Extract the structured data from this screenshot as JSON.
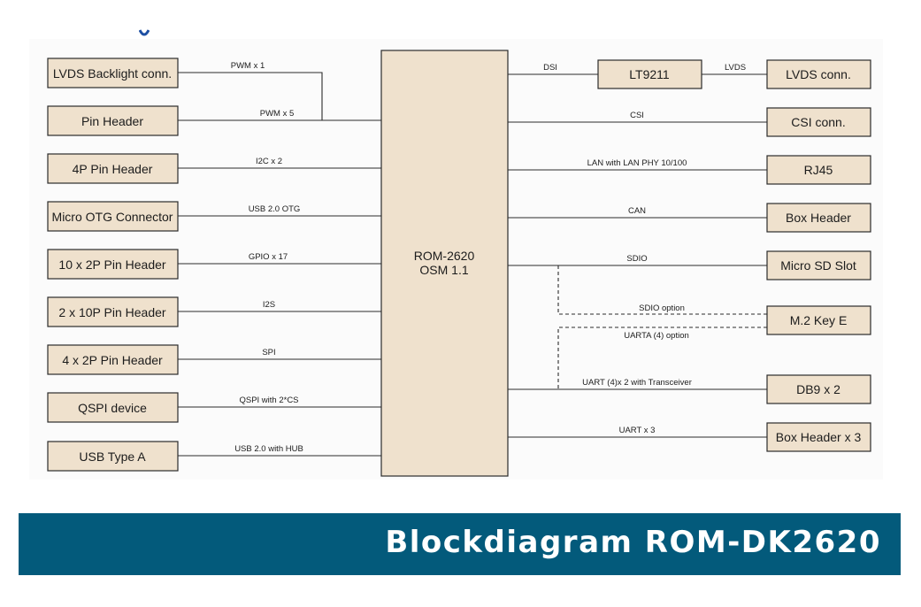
{
  "footer": {
    "title": "Blockdiagram ROM-DK2620"
  },
  "colors": {
    "box_fill": "#efe1cd",
    "line": "#2b2b2b",
    "banner": "#035a7b",
    "banner_text": "#ffffff",
    "logo": "#1d4fa3"
  },
  "cpu": {
    "line1": "ROM-2620",
    "line2": "OSM 1.1"
  },
  "left": [
    {
      "box": "LVDS Backlight conn.",
      "signal": "PWM x 1"
    },
    {
      "box": "Pin Header",
      "signal": "PWM x 5"
    },
    {
      "box": "4P Pin Header",
      "signal": "I2C x 2"
    },
    {
      "box": "Micro OTG Connector",
      "signal": "USB 2.0 OTG"
    },
    {
      "box": "10 x 2P Pin Header",
      "signal": "GPIO x 17"
    },
    {
      "box": "2 x 10P Pin Header",
      "signal": "I2S"
    },
    {
      "box": "4 x 2P Pin Header",
      "signal": "SPI"
    },
    {
      "box": "QSPI device",
      "signal": "QSPI with 2*CS"
    },
    {
      "box": "USB Type A",
      "signal": "USB 2.0 with HUB"
    }
  ],
  "right": {
    "dsi_signal": "DSI",
    "bridge_box": "LT9211",
    "lvds_signal": "LVDS",
    "lvds_box": "LVDS conn.",
    "csi_signal": "CSI",
    "csi_box": "CSI conn.",
    "lan_signal": "LAN with LAN PHY 10/100",
    "lan_box": "RJ45",
    "can_signal": "CAN",
    "can_box": "Box Header",
    "sdio_signal": "SDIO",
    "sd_box": "Micro SD Slot",
    "sdio_option_signal": "SDIO option",
    "m2_box": "M.2 Key E",
    "uarta_option_signal": "UARTA (4) option",
    "uart4_signal": "UART (4)x 2 with Transceiver",
    "db9_box": "DB9 x 2",
    "uart3_signal": "UART x 3",
    "boxheader3_box": "Box Header x 3"
  }
}
